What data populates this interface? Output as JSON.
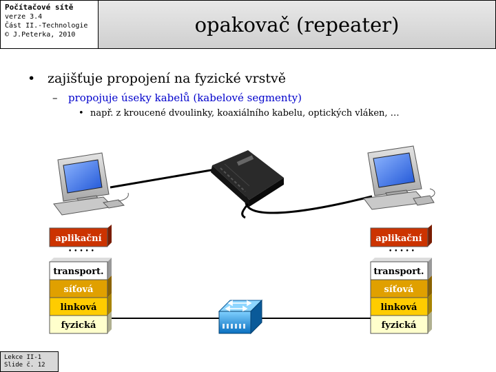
{
  "header": {
    "course": "Počítačové sítě",
    "version": "verze 3.4",
    "part": "Část II.-Technologie",
    "author": "© J.Peterka, 2010"
  },
  "title": "opakovač (repeater)",
  "bullets": {
    "level1": "zajišťuje propojení na fyzické vrstvě",
    "level2": "propojuje úseky kabelů (kabelové segmenty)",
    "level3": "např. z kroucené dvoulinky, koaxiálního kabelu, optických vláken, …"
  },
  "stacks": {
    "left": {
      "application": "aplikační",
      "dots": "• • • • •",
      "transport": "transport.",
      "network": "síťová",
      "link": "linková",
      "physical": "fyzická"
    },
    "right": {
      "application": "aplikační",
      "dots": "• • • • •",
      "transport": "transport.",
      "network": "síťová",
      "link": "linková",
      "physical": "fyzická"
    }
  },
  "colors": {
    "application": "#cc3300",
    "transport": "#ffffff",
    "network": "#e0a000",
    "link": "#ffcc00",
    "physical": "#ffffcc",
    "repeater_symbol": "#1f9fe0",
    "subbullet": "#0000cc"
  },
  "icons": {
    "computer": "computer-icon",
    "repeater_device": "repeater-device-icon",
    "repeater_symbol": "repeater-symbol-icon"
  },
  "footer": {
    "lecture": "Lekce II-1",
    "slide": "Slide č. 12"
  }
}
